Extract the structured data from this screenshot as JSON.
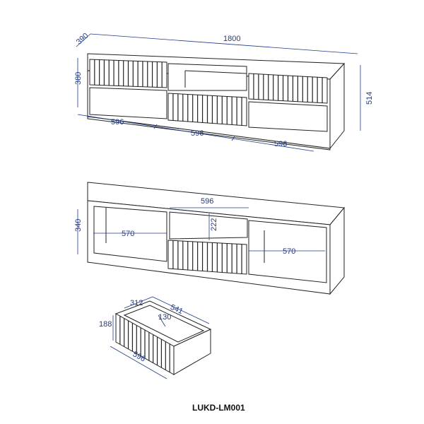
{
  "top_view": {
    "depth": "390",
    "width": "1800",
    "drawer_height": "380",
    "total_height": "514",
    "module_left": "596",
    "module_center": "596",
    "module_right": "596"
  },
  "front_view": {
    "top_opening": "596",
    "inner_height": "340",
    "shelf_left": "570",
    "shelf_right": "570",
    "center_height": "222"
  },
  "drawer_view": {
    "depth": "312",
    "length": "541",
    "height": "188",
    "inner": "130",
    "front_width": "596"
  },
  "product_code": "LUKD-LM001",
  "colors": {
    "dimension": "#1f3a8a",
    "line": "#222222"
  }
}
